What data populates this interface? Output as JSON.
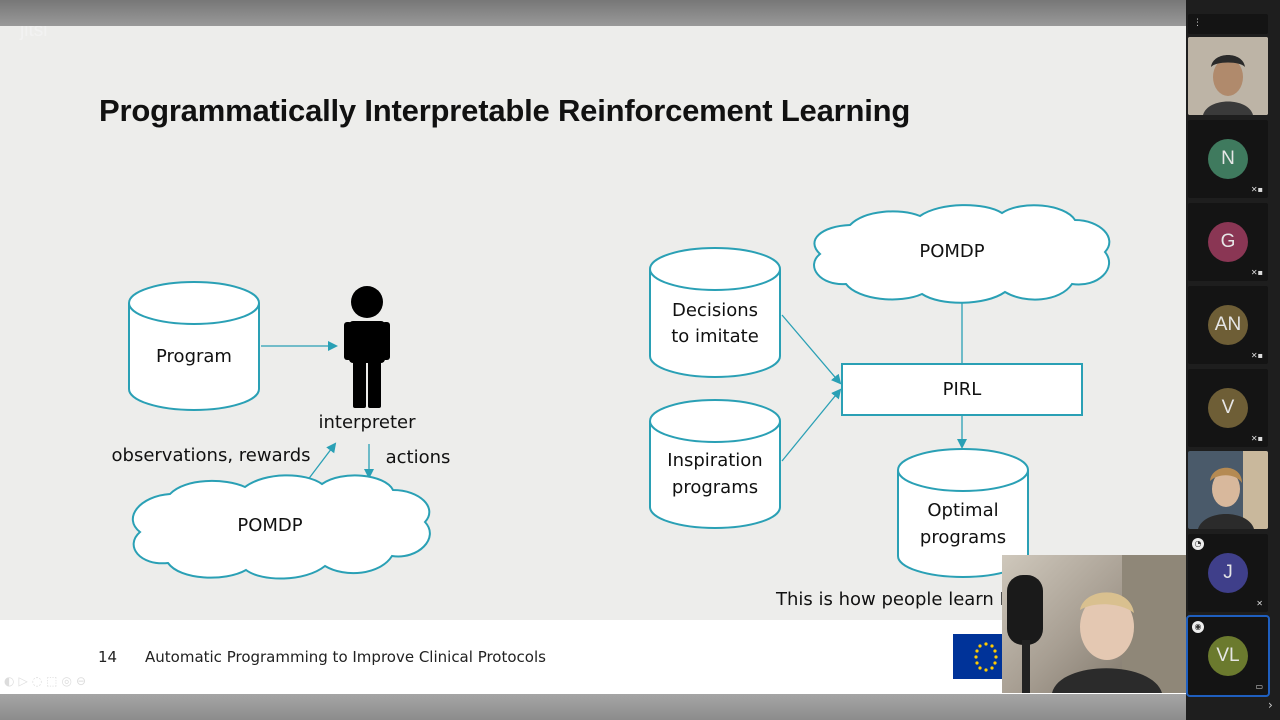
{
  "app": {
    "logo_text": "jitsi"
  },
  "slide": {
    "title": "Programmatically Interpretable Reinforcement Learning",
    "number": "14",
    "footer_title": "Automatic Programming to Improve Clinical Protocols",
    "caption": "This is how people learn I"
  },
  "diagram_left": {
    "program": "Program",
    "interpreter": "interpreter",
    "observations": "observations, rewards",
    "actions": "actions",
    "pomdp": "POMDP"
  },
  "diagram_right": {
    "decisions_line1": "Decisions",
    "decisions_line2": "to imitate",
    "inspiration_line1": "Inspiration",
    "inspiration_line2": "programs",
    "pomdp": "POMDP",
    "pirl": "PIRL",
    "optimal_line1": "Optimal",
    "optimal_line2": "programs"
  },
  "participants": [
    {
      "initials": "",
      "color": "#000000"
    },
    {
      "initials": "",
      "color": "#8a7a66"
    },
    {
      "initials": "N",
      "color": "#3f7a5e"
    },
    {
      "initials": "G",
      "color": "#8a3654"
    },
    {
      "initials": "AN",
      "color": "#6e5e36"
    },
    {
      "initials": "V",
      "color": "#6e5e36"
    },
    {
      "initials": "",
      "color": "#3a4a5a"
    },
    {
      "initials": "J",
      "color": "#3f3f8a"
    },
    {
      "initials": "VL",
      "color": "#6b7a2e"
    }
  ],
  "colors": {
    "diagram_stroke": "#2aa0b5",
    "diagram_fill": "#ffffff"
  }
}
